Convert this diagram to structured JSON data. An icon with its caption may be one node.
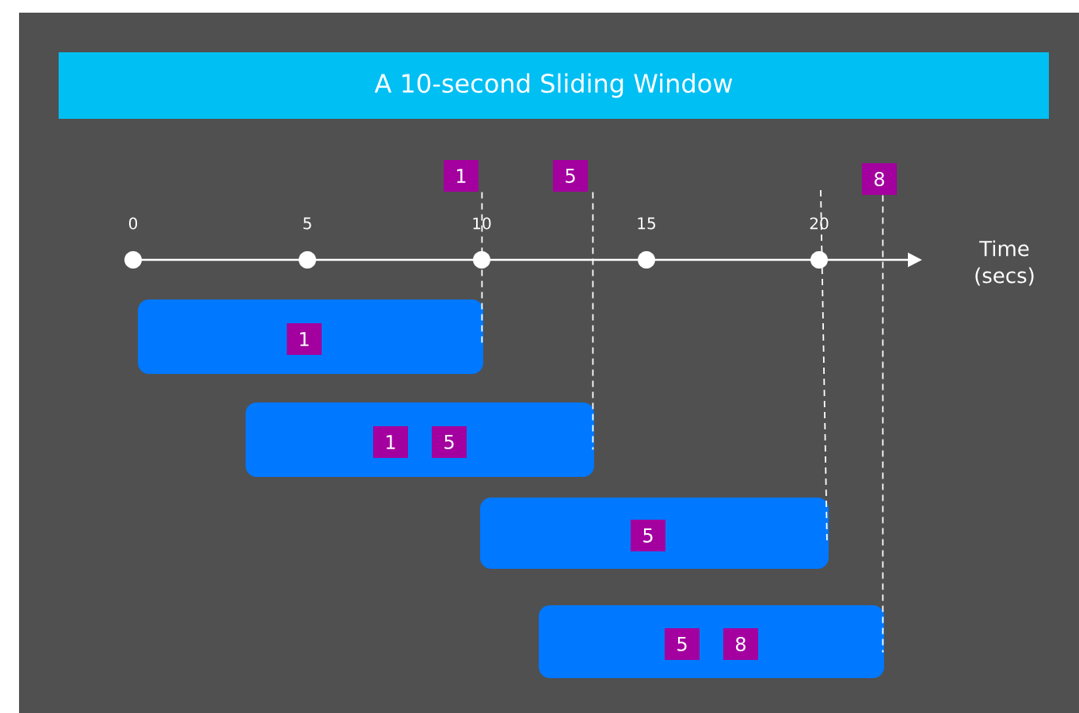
{
  "diagram": {
    "title": "A 10-second Sliding Window",
    "nodes": [
      {
        "text": [
          "1"
        ]
      },
      {
        "text": [
          "5"
        ]
      },
      {
        "text": [
          "8"
        ]
      },
      {
        "text": [],
        "shape": "box"
      },
      {
        "text": [
          "1"
        ],
        "in": 3
      },
      {
        "text": [],
        "shape": "box"
      },
      {
        "text": [
          "1"
        ],
        "in": 5
      },
      {
        "text": [
          "5"
        ],
        "in": 5
      },
      {
        "text": [],
        "shape": "box"
      },
      {
        "text": [
          "5"
        ],
        "in": 8
      },
      {
        "text": [],
        "shape": "box"
      },
      {
        "text": [
          "5"
        ],
        "in": 10
      },
      {
        "text": [
          "8"
        ],
        "in": 10
      }
    ],
    "edges": [
      {
        "from": 0,
        "to": 3,
        "arrow": "none",
        "style": "dashed"
      },
      {
        "from": 1,
        "to": 5,
        "arrow": "none",
        "style": "dashed"
      },
      {
        "from": null,
        "to": 8,
        "arrow": "none",
        "style": "dashed"
      },
      {
        "from": 2,
        "to": 10,
        "arrow": "none",
        "style": "dashed"
      }
    ],
    "labels": [
      "0",
      "5",
      "10",
      "15",
      "20",
      "Time (secs)"
    ]
  }
}
